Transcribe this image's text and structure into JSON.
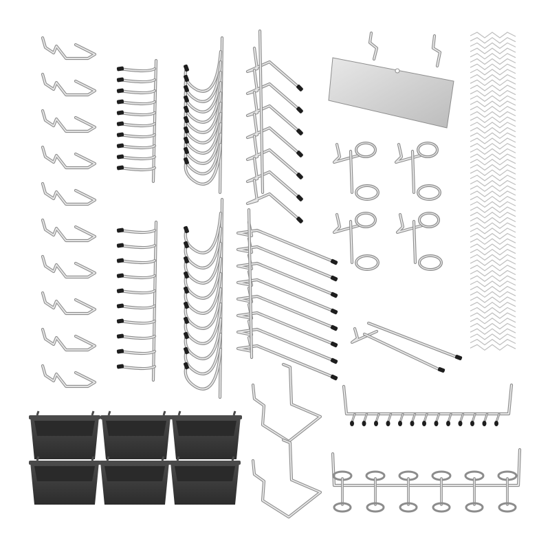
{
  "image": {
    "background": "#ffffff",
    "colors": {
      "metal_light": "#e6e6e6",
      "metal_mid": "#bdbdbd",
      "metal_dark": "#8c8c8c",
      "rubber_tip": "#1e1e1e",
      "bin_body": "#3a3a3a",
      "bin_rim": "#4a4a4a",
      "bin_inner": "#2a2a2a",
      "shelf_plate": "#d4d4d4"
    },
    "groups": [
      {
        "name": "j-hooks-left-column",
        "count": 10
      },
      {
        "name": "l-hooks-with-tips",
        "count": 20
      },
      {
        "name": "curved-hooks-with-tips",
        "count": 20
      },
      {
        "name": "angled-tip-hooks",
        "count": 7
      },
      {
        "name": "long-angled-hooks",
        "count": 8
      },
      {
        "name": "shelf-bracket-plate",
        "count": 1
      },
      {
        "name": "ring-hooks",
        "count": 4
      },
      {
        "name": "locking-clips-stack",
        "count": 60
      },
      {
        "name": "double-prong-hook",
        "count": 1
      },
      {
        "name": "u-shaped-hooks",
        "count": 2
      },
      {
        "name": "multi-tip-rail",
        "count": 1
      },
      {
        "name": "multi-ring-rail",
        "count": 1
      },
      {
        "name": "storage-bins",
        "count": 6
      }
    ]
  }
}
